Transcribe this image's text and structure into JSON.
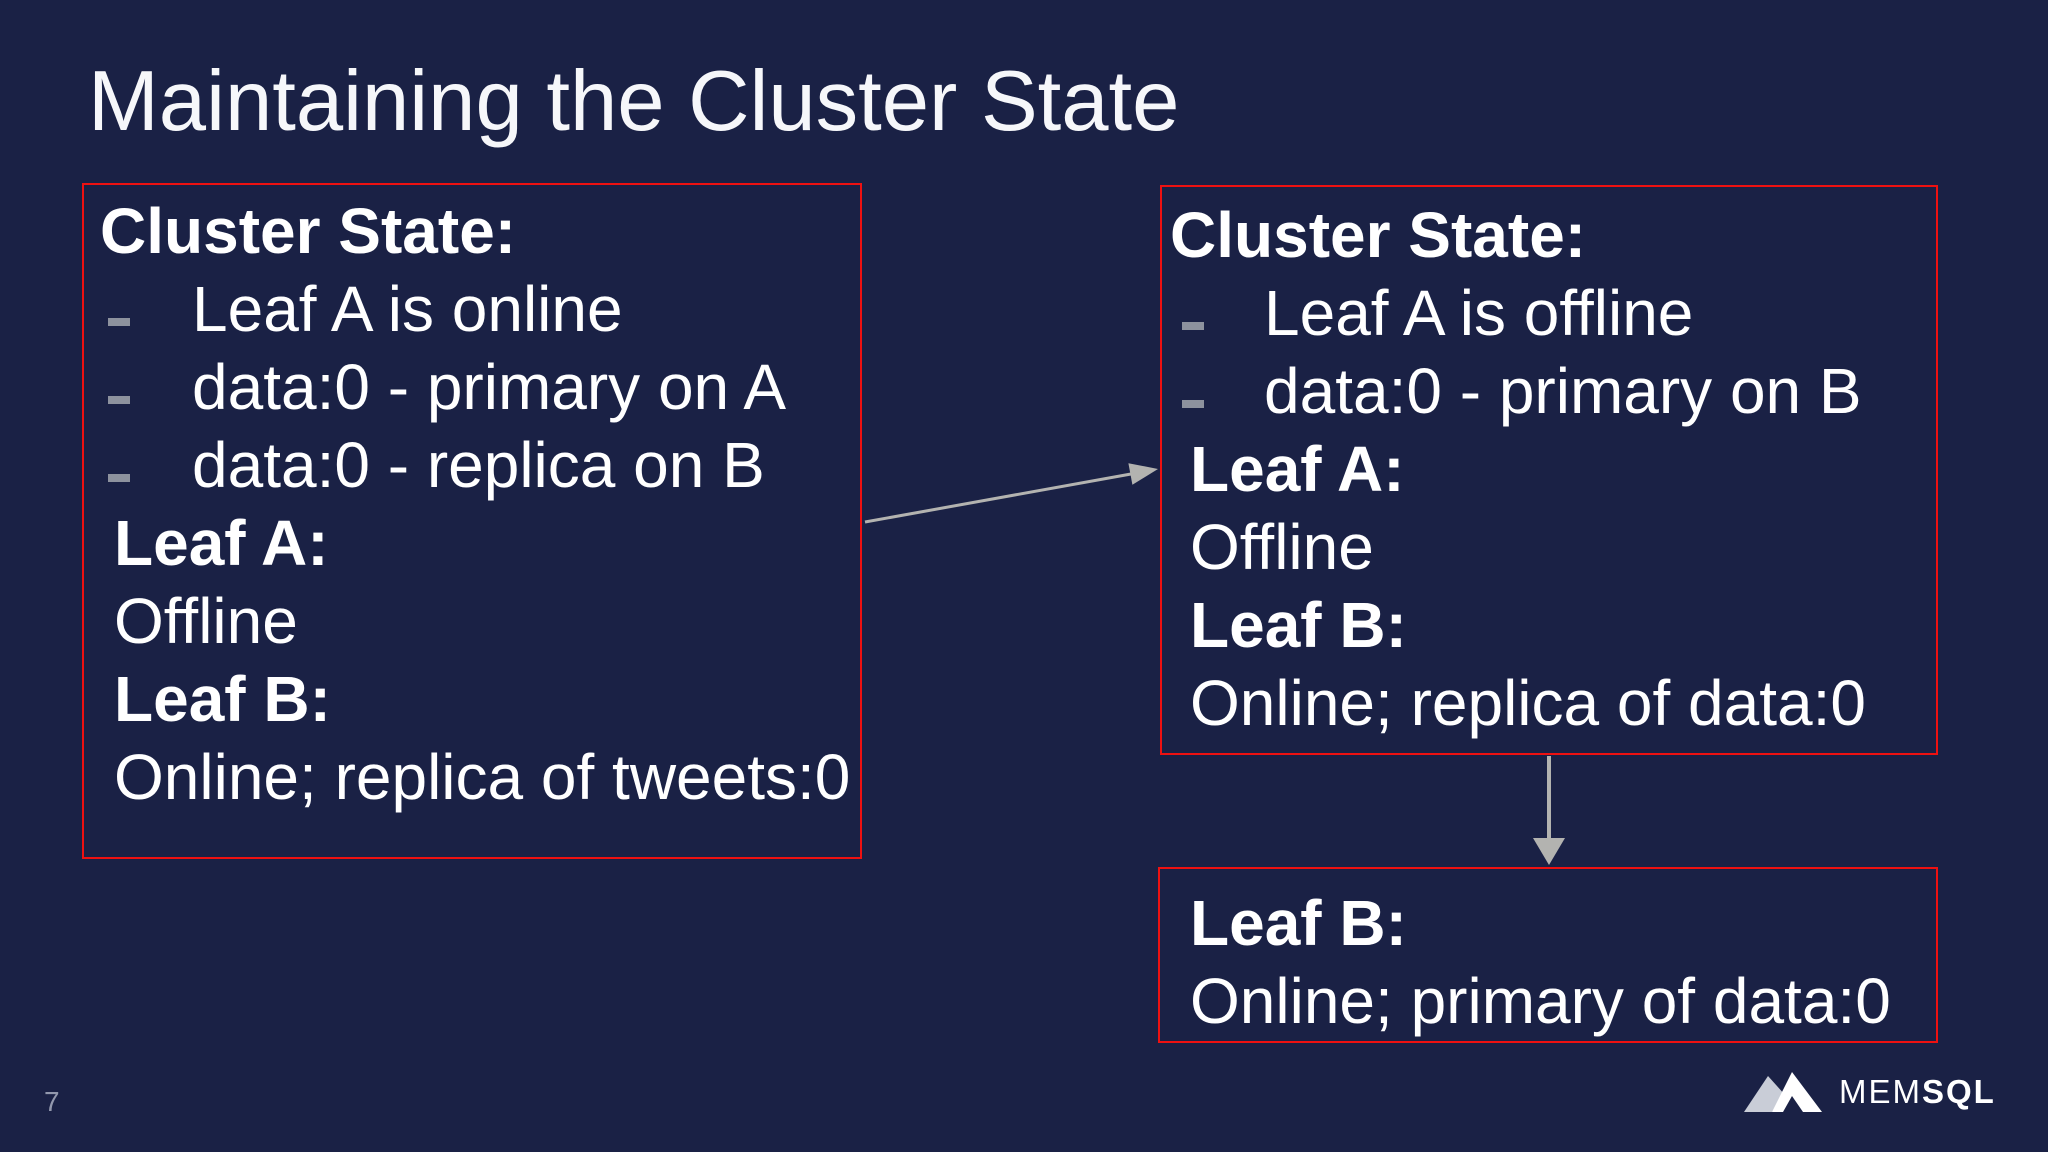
{
  "slide": {
    "title": "Maintaining the Cluster State",
    "page_number": "7",
    "colors": {
      "background": "#1a2145",
      "box_border": "#ee1111",
      "text": "#ffffff",
      "bullet_dash": "#8d929e",
      "arrow": "#b3b3b0",
      "page_number": "#9298ad",
      "logo_gray_peak": "#c9cdd7",
      "logo_white_peak": "#ffffff"
    }
  },
  "left_box": {
    "title": "Cluster State:",
    "bullet_1": "Leaf A is online",
    "bullet_2": "data:0 - primary on A",
    "bullet_3": "data:0 - replica on B",
    "leaf_a_label": "Leaf A:",
    "leaf_a_status": "Offline",
    "leaf_b_label": "Leaf B:",
    "leaf_b_status": "Online; replica of tweets:0"
  },
  "right_box": {
    "title": "Cluster State:",
    "bullet_1": "Leaf A is offline",
    "bullet_2": "data:0 - primary on B",
    "leaf_a_label": "Leaf A:",
    "leaf_a_status": "Offline",
    "leaf_b_label": "Leaf B:",
    "leaf_b_status": "Online; replica of data:0"
  },
  "bottom_box": {
    "leaf_b_label": "Leaf B:",
    "leaf_b_status": "Online; primary of data:0"
  },
  "footer": {
    "logo_text_regular": "MEM",
    "logo_text_bold": "SQL"
  }
}
